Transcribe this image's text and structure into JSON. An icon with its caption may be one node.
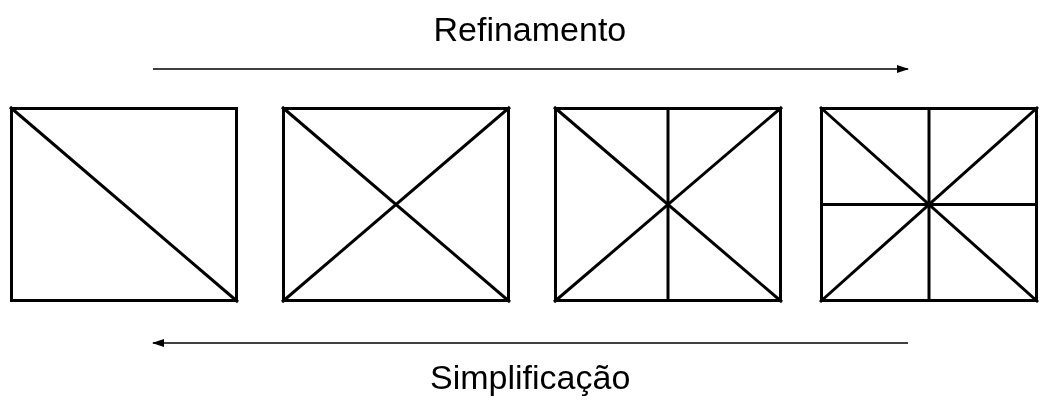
{
  "diagram": {
    "nodes": [
      {
        "text": [],
        "shape": "box"
      },
      {
        "text": [],
        "shape": "box"
      },
      {
        "text": [],
        "shape": "box"
      },
      {
        "text": [],
        "shape": "box"
      }
    ],
    "labels": [
      "Refinamento",
      "Simplificação"
    ]
  }
}
